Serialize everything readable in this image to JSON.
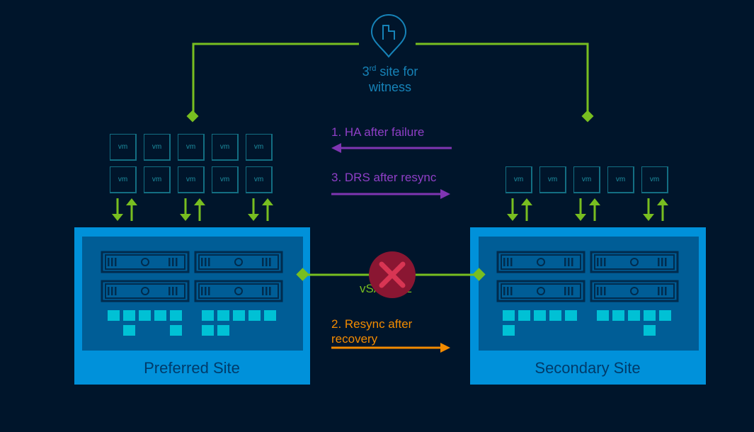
{
  "colors": {
    "background": "#00152b",
    "witness_link": "#78be20",
    "site_box": "#0091da",
    "site_inner": "#005d96",
    "ha_arrow": "#7f35b2",
    "resync_arrow": "#f38b00",
    "failure": "#8a1632",
    "disk": "#00c1d5",
    "vm_outline": "#136e82"
  },
  "witness": {
    "icon": "location-pin-building-icon",
    "label_sup_prefix": "3",
    "label_sup": "rd",
    "label_line1_rest": " site for",
    "label_line2": "witness"
  },
  "events": {
    "ha": "1. HA after failure",
    "drs": "3. DRS after resync",
    "resync_line1": "2. Resync after",
    "resync_line2": "recovery"
  },
  "vm_label": "vm",
  "link": {
    "label": "vSAN ISL",
    "failure_icon": "x-icon"
  },
  "sites": {
    "preferred": {
      "title": "Preferred Site",
      "vm_count": 10
    },
    "secondary": {
      "title": "Secondary Site",
      "vm_count": 5
    }
  }
}
